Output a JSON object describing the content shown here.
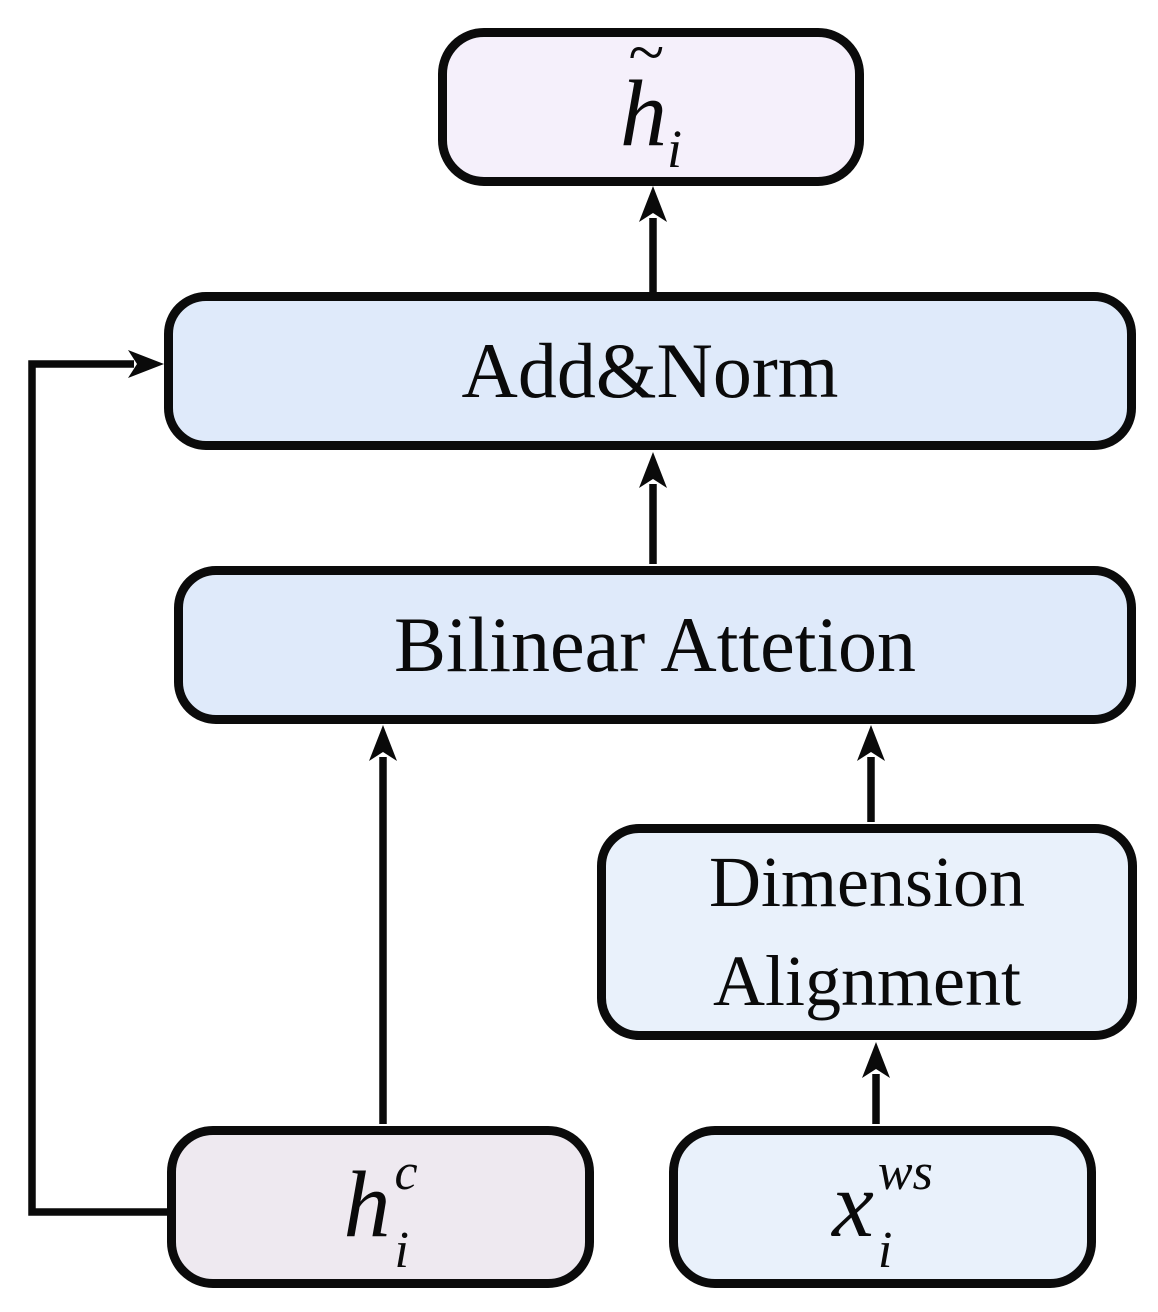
{
  "diagram": {
    "nodes": {
      "output": {
        "base": "h",
        "accent": "~",
        "sub": "i"
      },
      "add_norm": {
        "label": "Add&Norm"
      },
      "bilinear": {
        "label": "Bilinear Attetion"
      },
      "dimension": {
        "line1": "Dimension",
        "line2": "Alignment"
      },
      "h_c": {
        "base": "h",
        "sup": "c",
        "sub": "i"
      },
      "x_ws": {
        "base": "x",
        "sup": "ws",
        "sub": "i"
      }
    },
    "edges": [
      {
        "from": "add_norm",
        "to": "output"
      },
      {
        "from": "bilinear",
        "to": "add_norm"
      },
      {
        "from": "h_c",
        "to": "bilinear"
      },
      {
        "from": "dimension",
        "to": "bilinear"
      },
      {
        "from": "x_ws",
        "to": "dimension"
      },
      {
        "from": "h_c",
        "to": "add_norm",
        "type": "residual"
      }
    ],
    "colors": {
      "stroke": "#0b0b0b",
      "output_fill": "#f5f0fb",
      "add_norm_fill": "#dfeafa",
      "bilinear_fill": "#dfeafa",
      "dimension_fill": "#e9f1fb",
      "h_c_fill": "#eee9f0",
      "x_ws_fill": "#e9f1fb"
    }
  }
}
